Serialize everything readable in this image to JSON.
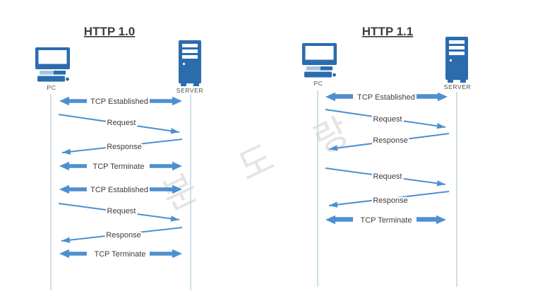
{
  "watermark": {
    "text": "분도랑",
    "chars": [
      "분",
      "도",
      "랑"
    ]
  },
  "colors": {
    "arrow-blue": "#4e8fd0",
    "icon-blue": "#2b6cad",
    "icon-blue-light": "#a6c3e1",
    "lifeline": "#b9d1dd",
    "label-dark": "#3c3c3c",
    "title-dark": "#3d3d3d",
    "node-label": "#4b4b4b",
    "watermark-gray": "#e4e4e4"
  },
  "diagrams": [
    {
      "title": "HTTP 1.0",
      "client_label": "PC",
      "server_label": "SERVER",
      "messages": [
        {
          "type": "handshake",
          "label": "TCP Established"
        },
        {
          "type": "request",
          "label": "Request"
        },
        {
          "type": "response",
          "label": "Response"
        },
        {
          "type": "handshake",
          "label": "TCP Terminate"
        },
        {
          "type": "handshake",
          "label": "TCP Established"
        },
        {
          "type": "request",
          "label": "Request"
        },
        {
          "type": "response",
          "label": "Response"
        },
        {
          "type": "handshake",
          "label": "TCP Terminate"
        }
      ]
    },
    {
      "title": "HTTP 1.1",
      "client_label": "PC",
      "server_label": "SERVER",
      "messages": [
        {
          "type": "handshake",
          "label": "TCP Established"
        },
        {
          "type": "request",
          "label": "Request"
        },
        {
          "type": "response",
          "label": "Response"
        },
        {
          "type": "request",
          "label": "Request"
        },
        {
          "type": "response",
          "label": "Response"
        },
        {
          "type": "handshake",
          "label": "TCP Terminate"
        }
      ]
    }
  ]
}
